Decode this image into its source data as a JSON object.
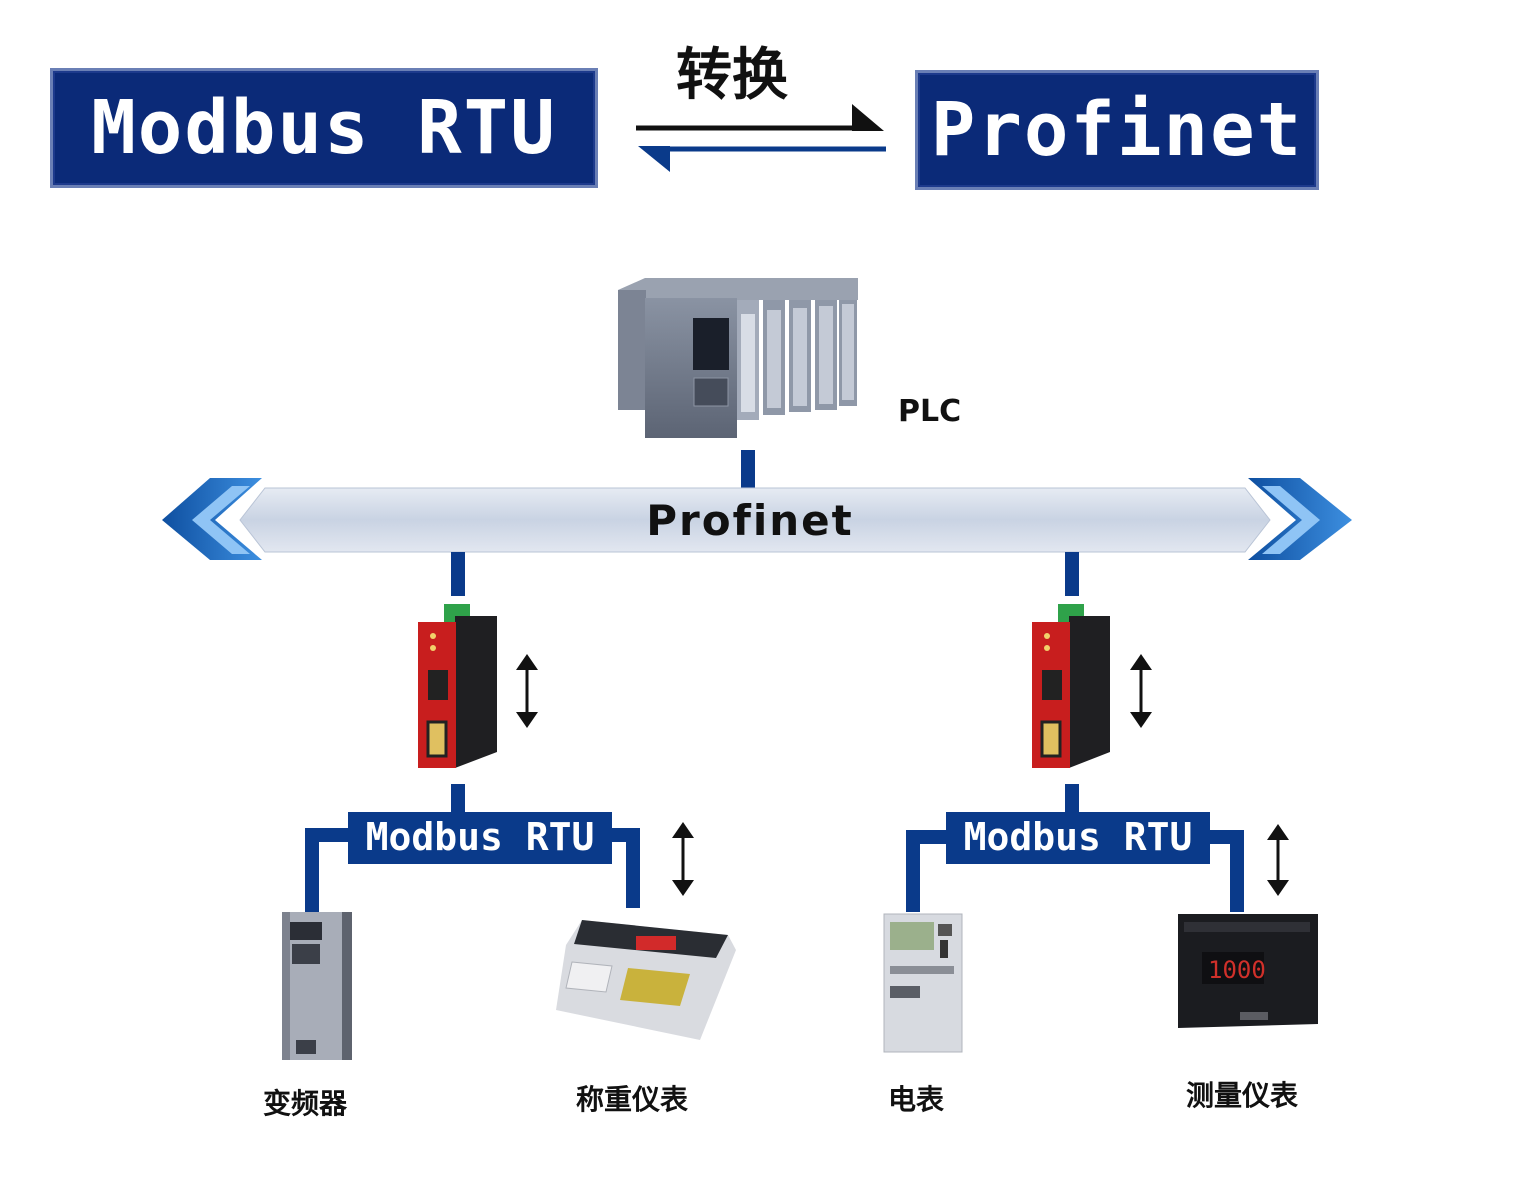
{
  "header": {
    "left_protocol": "Modbus RTU",
    "right_protocol": "Profinet",
    "convert_label": "转换"
  },
  "plc_label": "PLC",
  "bus_label": "Profinet",
  "sub_networks": [
    {
      "bus_label": "Modbus RTU",
      "devices": [
        "变频器",
        "称重仪表"
      ]
    },
    {
      "bus_label": "Modbus RTU",
      "devices": [
        "电表",
        "测量仪表"
      ]
    }
  ],
  "colors": {
    "banner_blue": "#0b2a78",
    "line_blue": "#0a3a8a",
    "bus_gray": "#c8d2e2",
    "gateway_red": "#c81e1e"
  }
}
